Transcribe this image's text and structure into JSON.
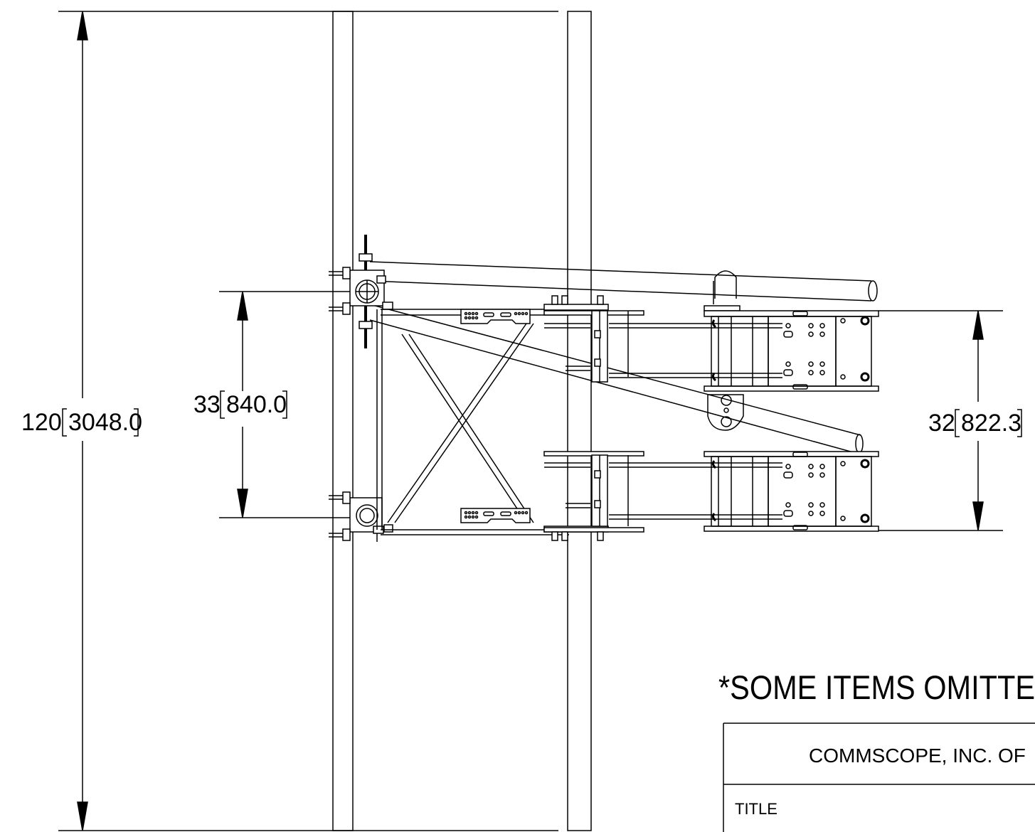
{
  "dimensions": {
    "overall": {
      "value": "120",
      "metric": "3048.0"
    },
    "mount_spacing": {
      "value": "33",
      "metric": "840.0"
    },
    "antenna_spacing": {
      "value": "32",
      "metric": "822.3"
    }
  },
  "note": "*SOME ITEMS OMITTE",
  "title_block": {
    "company": "COMMSCOPE, INC. OF",
    "title_label": "TITLE"
  },
  "colors": {
    "line": "#000000",
    "paper": "#ffffff"
  }
}
